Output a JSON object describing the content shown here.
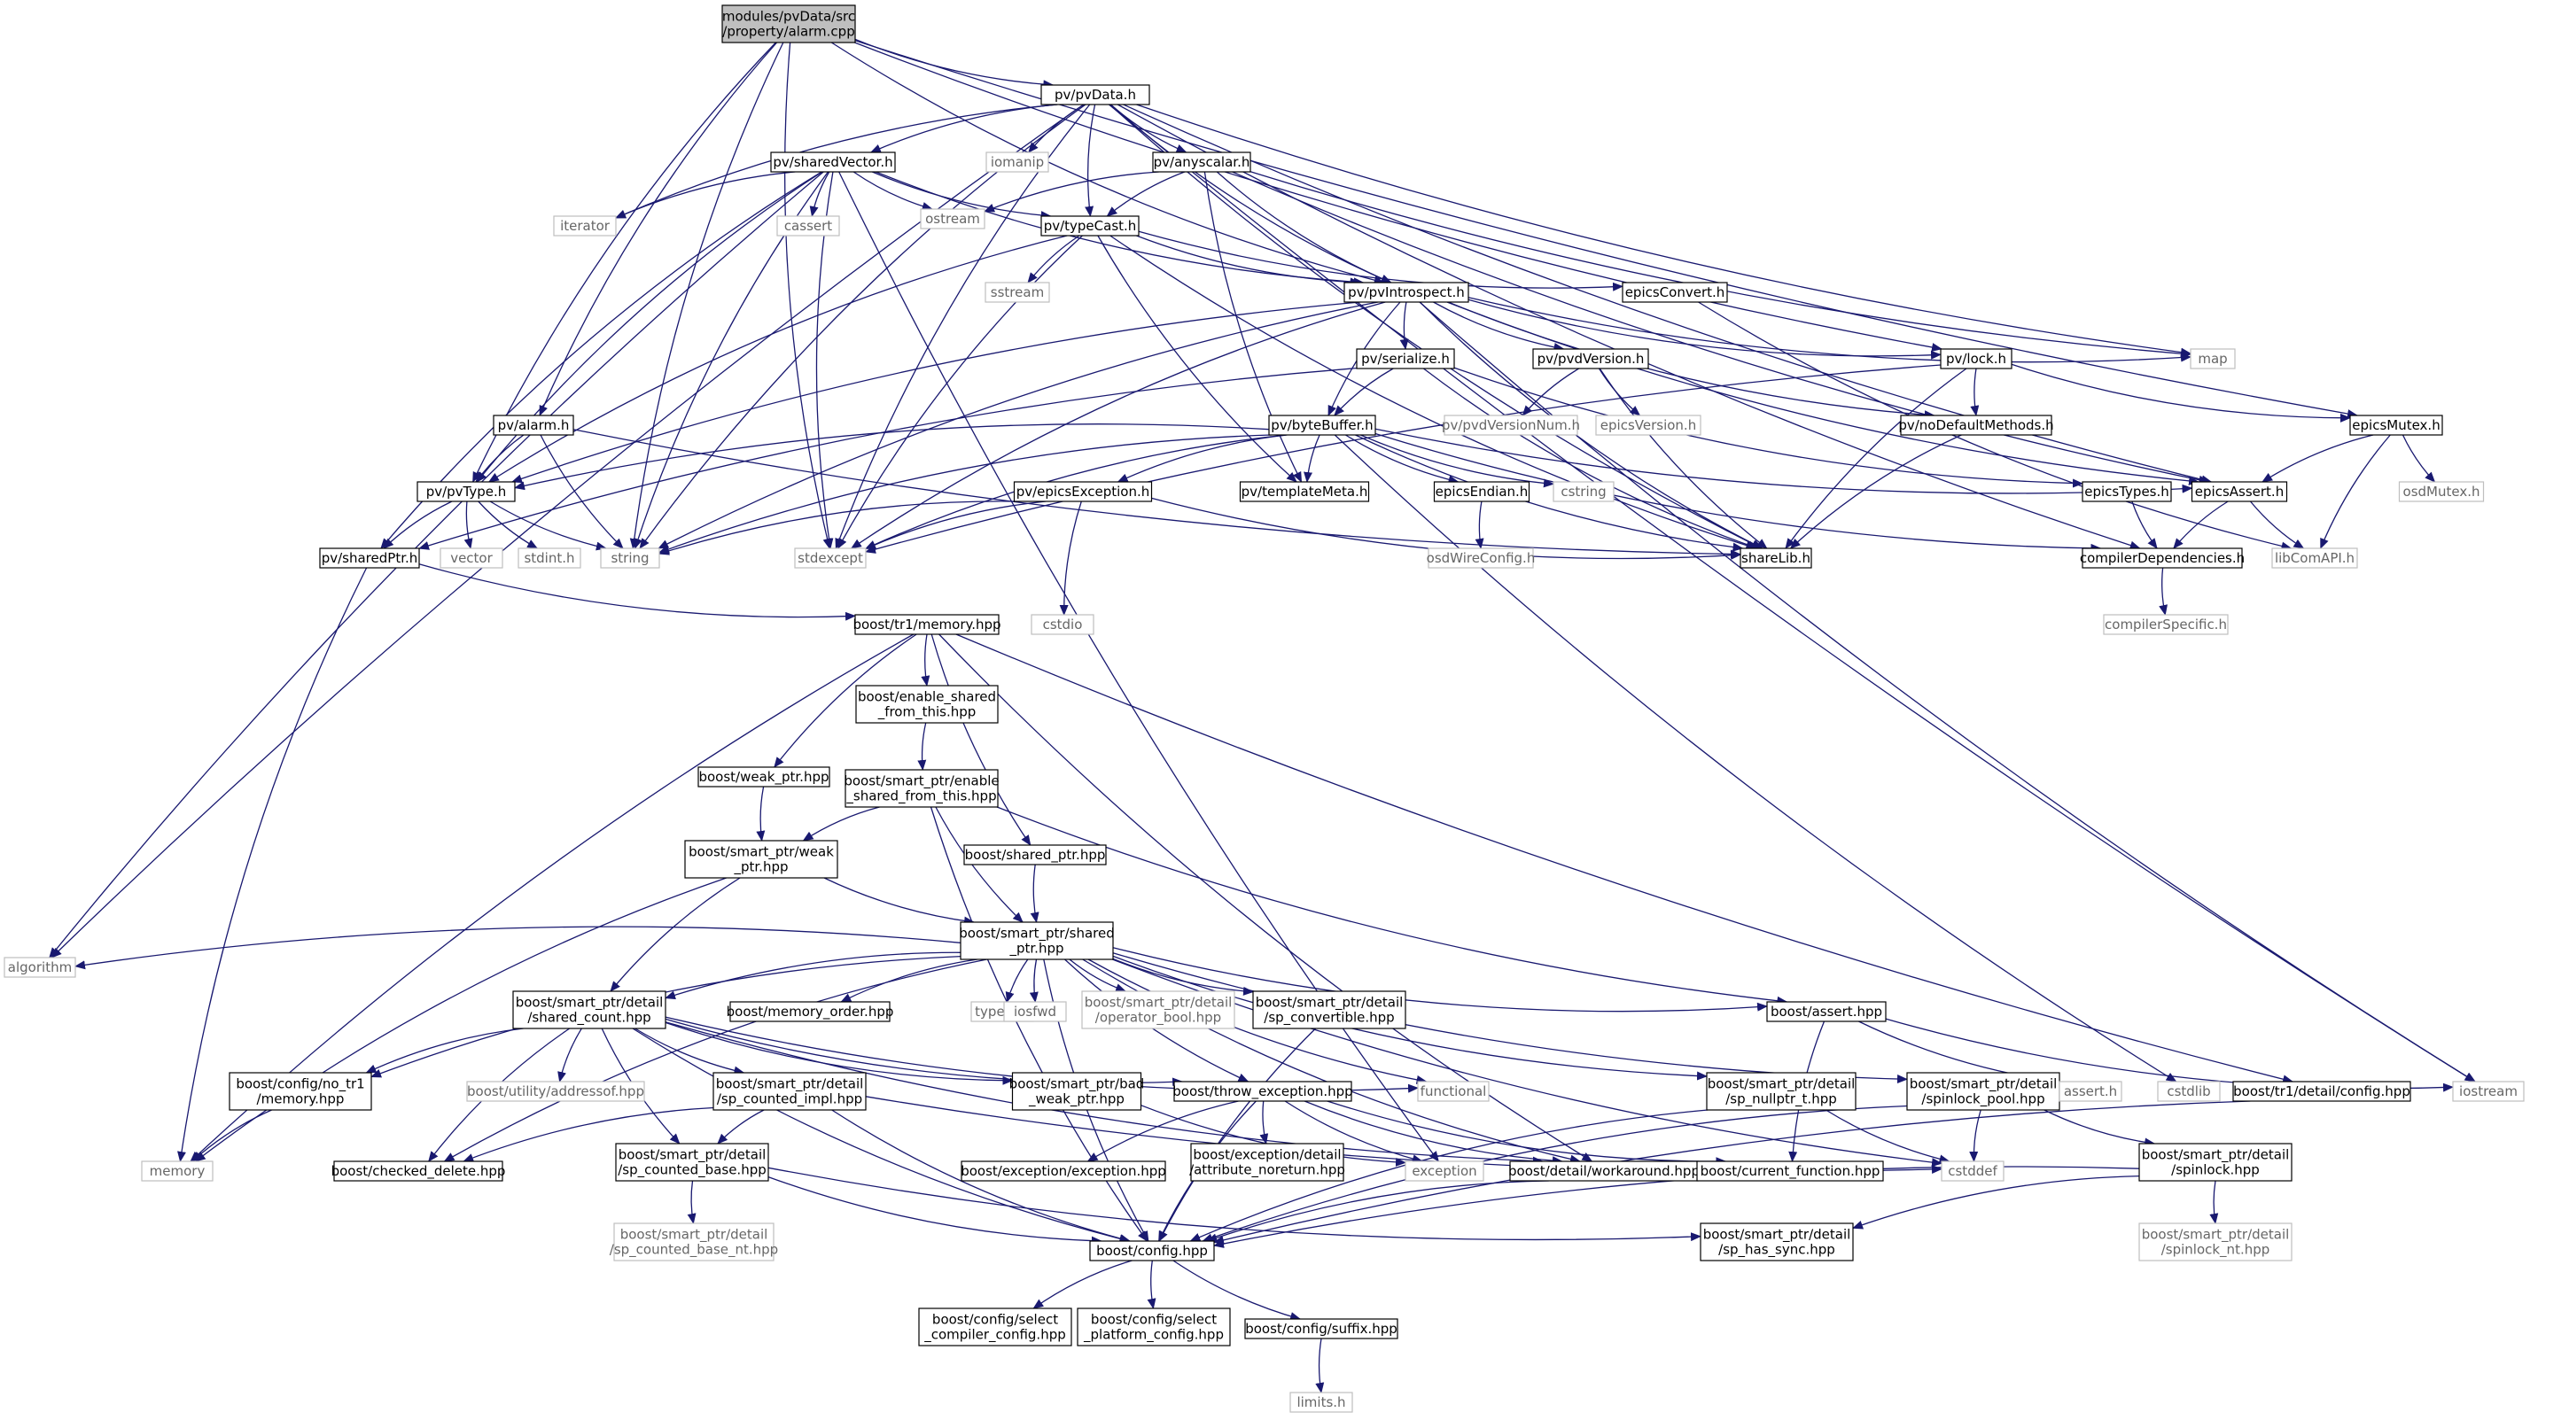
{
  "graph_title": "modules/pvData/src/property/alarm.cpp",
  "colors": {
    "edge": "#191970",
    "node_border": "#000000",
    "system_border": "#bfbfbf",
    "system_text": "#666666",
    "root_fill": "#bfbfbf"
  },
  "nodes": [
    {
      "id": "root",
      "lines": [
        "modules/pvData/src",
        "/property/alarm.cpp"
      ],
      "kind": "root"
    },
    {
      "id": "pvData",
      "lines": [
        "pv/pvData.h"
      ],
      "kind": "doc"
    },
    {
      "id": "sharedVector",
      "lines": [
        "pv/sharedVector.h"
      ],
      "kind": "doc"
    },
    {
      "id": "anyscalar",
      "lines": [
        "pv/anyscalar.h"
      ],
      "kind": "doc"
    },
    {
      "id": "iomanip",
      "lines": [
        "iomanip"
      ],
      "kind": "sys"
    },
    {
      "id": "iterator",
      "lines": [
        "iterator"
      ],
      "kind": "sys"
    },
    {
      "id": "cassert",
      "lines": [
        "cassert"
      ],
      "kind": "sys"
    },
    {
      "id": "ostream",
      "lines": [
        "ostream"
      ],
      "kind": "sys"
    },
    {
      "id": "typeCast",
      "lines": [
        "pv/typeCast.h"
      ],
      "kind": "doc"
    },
    {
      "id": "sstream",
      "lines": [
        "sstream"
      ],
      "kind": "sys"
    },
    {
      "id": "pvIntrospect",
      "lines": [
        "pv/pvIntrospect.h"
      ],
      "kind": "doc"
    },
    {
      "id": "epicsConvert",
      "lines": [
        "epicsConvert.h"
      ],
      "kind": "doc"
    },
    {
      "id": "map",
      "lines": [
        "map"
      ],
      "kind": "sys"
    },
    {
      "id": "serialize",
      "lines": [
        "pv/serialize.h"
      ],
      "kind": "doc"
    },
    {
      "id": "pvdVersion",
      "lines": [
        "pv/pvdVersion.h"
      ],
      "kind": "doc"
    },
    {
      "id": "lock",
      "lines": [
        "pv/lock.h"
      ],
      "kind": "doc"
    },
    {
      "id": "epicsMutex",
      "lines": [
        "epicsMutex.h"
      ],
      "kind": "doc"
    },
    {
      "id": "alarmh",
      "lines": [
        "pv/alarm.h"
      ],
      "kind": "doc"
    },
    {
      "id": "byteBuffer",
      "lines": [
        "pv/byteBuffer.h"
      ],
      "kind": "doc"
    },
    {
      "id": "pvdVersionNum",
      "lines": [
        "pv/pvdVersionNum.h"
      ],
      "kind": "sys"
    },
    {
      "id": "epicsVersion",
      "lines": [
        "epicsVersion.h"
      ],
      "kind": "sys"
    },
    {
      "id": "noDefault",
      "lines": [
        "pv/noDefaultMethods.h"
      ],
      "kind": "doc"
    },
    {
      "id": "osdMutex",
      "lines": [
        "osdMutex.h"
      ],
      "kind": "sys"
    },
    {
      "id": "pvType",
      "lines": [
        "pv/pvType.h"
      ],
      "kind": "doc"
    },
    {
      "id": "epicsException",
      "lines": [
        "pv/epicsException.h"
      ],
      "kind": "doc"
    },
    {
      "id": "templateMeta",
      "lines": [
        "pv/templateMeta.h"
      ],
      "kind": "doc"
    },
    {
      "id": "epicsEndian",
      "lines": [
        "epicsEndian.h"
      ],
      "kind": "doc"
    },
    {
      "id": "cstring",
      "lines": [
        "cstring"
      ],
      "kind": "sys"
    },
    {
      "id": "epicsTypes",
      "lines": [
        "epicsTypes.h"
      ],
      "kind": "doc"
    },
    {
      "id": "epicsAssert",
      "lines": [
        "epicsAssert.h"
      ],
      "kind": "doc"
    },
    {
      "id": "sharedPtr",
      "lines": [
        "pv/sharedPtr.h"
      ],
      "kind": "doc"
    },
    {
      "id": "vector",
      "lines": [
        "vector"
      ],
      "kind": "sys"
    },
    {
      "id": "stdint",
      "lines": [
        "stdint.h"
      ],
      "kind": "sys"
    },
    {
      "id": "string",
      "lines": [
        "string"
      ],
      "kind": "sys"
    },
    {
      "id": "stdexcept",
      "lines": [
        "stdexcept"
      ],
      "kind": "sys"
    },
    {
      "id": "cstdio",
      "lines": [
        "cstdio"
      ],
      "kind": "sys"
    },
    {
      "id": "shareLib",
      "lines": [
        "shareLib.h"
      ],
      "kind": "doc"
    },
    {
      "id": "osdWireConfig",
      "lines": [
        "osdWireConfig.h"
      ],
      "kind": "sys"
    },
    {
      "id": "compilerDeps",
      "lines": [
        "compilerDependencies.h"
      ],
      "kind": "doc"
    },
    {
      "id": "libComAPI",
      "lines": [
        "libComAPI.h"
      ],
      "kind": "sys"
    },
    {
      "id": "compilerSpecific",
      "lines": [
        "compilerSpecific.h"
      ],
      "kind": "sys"
    },
    {
      "id": "tr1memory",
      "lines": [
        "boost/tr1/memory.hpp"
      ],
      "kind": "doc"
    },
    {
      "id": "enableShared",
      "lines": [
        "boost/enable_shared",
        "_from_this.hpp"
      ],
      "kind": "doc"
    },
    {
      "id": "spEnableShared",
      "lines": [
        "boost/smart_ptr/enable",
        "_shared_from_this.hpp"
      ],
      "kind": "doc"
    },
    {
      "id": "weakPtr",
      "lines": [
        "boost/weak_ptr.hpp"
      ],
      "kind": "doc"
    },
    {
      "id": "spWeakPtr",
      "lines": [
        "boost/smart_ptr/weak",
        "_ptr.hpp"
      ],
      "kind": "doc"
    },
    {
      "id": "sharedPtrHpp",
      "lines": [
        "boost/shared_ptr.hpp"
      ],
      "kind": "doc"
    },
    {
      "id": "spSharedPtr",
      "lines": [
        "boost/smart_ptr/shared",
        "_ptr.hpp"
      ],
      "kind": "doc"
    },
    {
      "id": "algorithm",
      "lines": [
        "algorithm"
      ],
      "kind": "sys"
    },
    {
      "id": "sharedCount",
      "lines": [
        "boost/smart_ptr/detail",
        "/shared_count.hpp"
      ],
      "kind": "doc"
    },
    {
      "id": "memoryOrder",
      "lines": [
        "boost/memory_order.hpp"
      ],
      "kind": "doc"
    },
    {
      "id": "typeinfo",
      "lines": [
        "typeinfo"
      ],
      "kind": "sys"
    },
    {
      "id": "iosfwd",
      "lines": [
        "iosfwd"
      ],
      "kind": "sys"
    },
    {
      "id": "operatorBool",
      "lines": [
        "boost/smart_ptr/detail",
        "/operator_bool.hpp"
      ],
      "kind": "sys"
    },
    {
      "id": "spConvertible",
      "lines": [
        "boost/smart_ptr/detail",
        "/sp_convertible.hpp"
      ],
      "kind": "doc"
    },
    {
      "id": "boostAssert",
      "lines": [
        "boost/assert.hpp"
      ],
      "kind": "doc"
    },
    {
      "id": "noTr1Memory",
      "lines": [
        "boost/config/no_tr1",
        "/memory.hpp"
      ],
      "kind": "doc"
    },
    {
      "id": "addressof",
      "lines": [
        "boost/utility/addressof.hpp"
      ],
      "kind": "sys"
    },
    {
      "id": "spCountedImpl",
      "lines": [
        "boost/smart_ptr/detail",
        "/sp_counted_impl.hpp"
      ],
      "kind": "doc"
    },
    {
      "id": "badWeakPtr",
      "lines": [
        "boost/smart_ptr/bad",
        "_weak_ptr.hpp"
      ],
      "kind": "doc"
    },
    {
      "id": "throwException",
      "lines": [
        "boost/throw_exception.hpp"
      ],
      "kind": "doc"
    },
    {
      "id": "functional",
      "lines": [
        "functional"
      ],
      "kind": "sys"
    },
    {
      "id": "spNullptr",
      "lines": [
        "boost/smart_ptr/detail",
        "/sp_nullptr_t.hpp"
      ],
      "kind": "doc"
    },
    {
      "id": "spinlockPool",
      "lines": [
        "boost/smart_ptr/detail",
        "/spinlock_pool.hpp"
      ],
      "kind": "doc"
    },
    {
      "id": "asserth",
      "lines": [
        "assert.h"
      ],
      "kind": "sys"
    },
    {
      "id": "cstdlib",
      "lines": [
        "cstdlib"
      ],
      "kind": "sys"
    },
    {
      "id": "tr1Config",
      "lines": [
        "boost/tr1/detail/config.hpp"
      ],
      "kind": "doc"
    },
    {
      "id": "iostream",
      "lines": [
        "iostream"
      ],
      "kind": "sys"
    },
    {
      "id": "memory",
      "lines": [
        "memory"
      ],
      "kind": "sys"
    },
    {
      "id": "checkedDelete",
      "lines": [
        "boost/checked_delete.hpp"
      ],
      "kind": "doc"
    },
    {
      "id": "spCountedBase",
      "lines": [
        "boost/smart_ptr/detail",
        "/sp_counted_base.hpp"
      ],
      "kind": "doc"
    },
    {
      "id": "exceptionHpp",
      "lines": [
        "boost/exception/exception.hpp"
      ],
      "kind": "doc"
    },
    {
      "id": "attrNoreturn",
      "lines": [
        "boost/exception/detail",
        "/attribute_noreturn.hpp"
      ],
      "kind": "doc"
    },
    {
      "id": "exception",
      "lines": [
        "exception"
      ],
      "kind": "sys"
    },
    {
      "id": "workaround",
      "lines": [
        "boost/detail/workaround.hpp"
      ],
      "kind": "doc"
    },
    {
      "id": "currentFunction",
      "lines": [
        "boost/current_function.hpp"
      ],
      "kind": "doc"
    },
    {
      "id": "cstddef",
      "lines": [
        "cstddef"
      ],
      "kind": "sys"
    },
    {
      "id": "spinlock",
      "lines": [
        "boost/smart_ptr/detail",
        "/spinlock.hpp"
      ],
      "kind": "doc"
    },
    {
      "id": "spCountedBaseNt",
      "lines": [
        "boost/smart_ptr/detail",
        "/sp_counted_base_nt.hpp"
      ],
      "kind": "sys"
    },
    {
      "id": "boostConfig",
      "lines": [
        "boost/config.hpp"
      ],
      "kind": "doc"
    },
    {
      "id": "spHasSync",
      "lines": [
        "boost/smart_ptr/detail",
        "/sp_has_sync.hpp"
      ],
      "kind": "doc"
    },
    {
      "id": "spinlockNt",
      "lines": [
        "boost/smart_ptr/detail",
        "/spinlock_nt.hpp"
      ],
      "kind": "sys"
    },
    {
      "id": "selectCompiler",
      "lines": [
        "boost/config/select",
        "_compiler_config.hpp"
      ],
      "kind": "doc"
    },
    {
      "id": "selectPlatform",
      "lines": [
        "boost/config/select",
        "_platform_config.hpp"
      ],
      "kind": "doc"
    },
    {
      "id": "suffix",
      "lines": [
        "boost/config/suffix.hpp"
      ],
      "kind": "doc"
    },
    {
      "id": "limits",
      "lines": [
        "limits.h"
      ],
      "kind": "sys"
    }
  ],
  "edges": [
    [
      "root",
      "pvData"
    ],
    [
      "root",
      "pvIntrospect"
    ],
    [
      "root",
      "lock"
    ],
    [
      "root",
      "epicsMutex"
    ],
    [
      "root",
      "alarmh"
    ],
    [
      "root",
      "pvType"
    ],
    [
      "root",
      "string"
    ],
    [
      "root",
      "stdexcept"
    ],
    [
      "pvData",
      "sharedVector"
    ],
    [
      "pvData",
      "anyscalar"
    ],
    [
      "pvData",
      "iomanip"
    ],
    [
      "pvData",
      "iterator"
    ],
    [
      "pvData",
      "typeCast"
    ],
    [
      "pvData",
      "pvIntrospect"
    ],
    [
      "pvData",
      "map"
    ],
    [
      "pvData",
      "algorithm"
    ],
    [
      "pvData",
      "stdexcept"
    ],
    [
      "pvData",
      "string"
    ],
    [
      "pvData",
      "shareLib"
    ],
    [
      "pvData",
      "epicsAssert"
    ],
    [
      "pvData",
      "compilerDeps"
    ],
    [
      "pvData",
      "iostream"
    ],
    [
      "sharedVector",
      "iterator"
    ],
    [
      "sharedVector",
      "cassert"
    ],
    [
      "sharedVector",
      "ostream"
    ],
    [
      "sharedVector",
      "typeCast"
    ],
    [
      "sharedVector",
      "pvIntrospect"
    ],
    [
      "sharedVector",
      "pvType"
    ],
    [
      "sharedVector",
      "sharedPtr"
    ],
    [
      "sharedVector",
      "stdexcept"
    ],
    [
      "sharedVector",
      "algorithm"
    ],
    [
      "sharedVector",
      "string"
    ],
    [
      "sharedVector",
      "exception"
    ],
    [
      "anyscalar",
      "ostream"
    ],
    [
      "anyscalar",
      "typeCast"
    ],
    [
      "anyscalar",
      "pvIntrospect"
    ],
    [
      "anyscalar",
      "templateMeta"
    ],
    [
      "anyscalar",
      "map"
    ],
    [
      "anyscalar",
      "epicsAssert"
    ],
    [
      "typeCast",
      "sstream"
    ],
    [
      "typeCast",
      "pvIntrospect"
    ],
    [
      "typeCast",
      "epicsConvert"
    ],
    [
      "typeCast",
      "templateMeta"
    ],
    [
      "typeCast",
      "pvType"
    ],
    [
      "typeCast",
      "stdexcept"
    ],
    [
      "typeCast",
      "shareLib"
    ],
    [
      "epicsConvert",
      "libComAPI"
    ],
    [
      "pvIntrospect",
      "map"
    ],
    [
      "pvIntrospect",
      "serialize"
    ],
    [
      "pvIntrospect",
      "pvdVersion"
    ],
    [
      "pvIntrospect",
      "lock"
    ],
    [
      "pvIntrospect",
      "byteBuffer"
    ],
    [
      "pvIntrospect",
      "noDefault"
    ],
    [
      "pvIntrospect",
      "pvType"
    ],
    [
      "pvIntrospect",
      "string"
    ],
    [
      "pvIntrospect",
      "stdexcept"
    ],
    [
      "pvIntrospect",
      "shareLib"
    ],
    [
      "pvIntrospect",
      "epicsAssert"
    ],
    [
      "pvIntrospect",
      "iostream"
    ],
    [
      "serialize",
      "byteBuffer"
    ],
    [
      "serialize",
      "sharedPtr"
    ],
    [
      "serialize",
      "epicsTypes"
    ],
    [
      "serialize",
      "shareLib"
    ],
    [
      "pvdVersion",
      "pvdVersionNum"
    ],
    [
      "pvdVersion",
      "epicsVersion"
    ],
    [
      "pvdVersion",
      "shareLib"
    ],
    [
      "lock",
      "noDefault"
    ],
    [
      "lock",
      "epicsMutex"
    ],
    [
      "lock",
      "stdexcept"
    ],
    [
      "lock",
      "shareLib"
    ],
    [
      "epicsMutex",
      "osdMutex"
    ],
    [
      "epicsMutex",
      "epicsAssert"
    ],
    [
      "epicsMutex",
      "libComAPI"
    ],
    [
      "noDefault",
      "shareLib"
    ],
    [
      "alarmh",
      "pvType"
    ],
    [
      "alarmh",
      "string"
    ],
    [
      "alarmh",
      "shareLib"
    ],
    [
      "byteBuffer",
      "pvType"
    ],
    [
      "byteBuffer",
      "epicsException"
    ],
    [
      "byteBuffer",
      "templateMeta"
    ],
    [
      "byteBuffer",
      "epicsEndian"
    ],
    [
      "byteBuffer",
      "cstring"
    ],
    [
      "byteBuffer",
      "epicsAssert"
    ],
    [
      "byteBuffer",
      "shareLib"
    ],
    [
      "byteBuffer",
      "compilerDeps"
    ],
    [
      "byteBuffer",
      "string"
    ],
    [
      "byteBuffer",
      "stdexcept"
    ],
    [
      "byteBuffer",
      "cstdlib"
    ],
    [
      "pvType",
      "sharedPtr"
    ],
    [
      "pvType",
      "vector"
    ],
    [
      "pvType",
      "stdint"
    ],
    [
      "pvType",
      "string"
    ],
    [
      "epicsException",
      "string"
    ],
    [
      "epicsException",
      "stdexcept"
    ],
    [
      "epicsException",
      "cstdio"
    ],
    [
      "epicsException",
      "shareLib"
    ],
    [
      "epicsEndian",
      "osdWireConfig"
    ],
    [
      "epicsTypes",
      "compilerDeps"
    ],
    [
      "epicsAssert",
      "compilerDeps"
    ],
    [
      "epicsAssert",
      "libComAPI"
    ],
    [
      "compilerDeps",
      "compilerSpecific"
    ],
    [
      "sharedPtr",
      "tr1memory"
    ],
    [
      "sharedPtr",
      "memory"
    ],
    [
      "tr1memory",
      "enableShared"
    ],
    [
      "tr1memory",
      "weakPtr"
    ],
    [
      "tr1memory",
      "sharedPtrHpp"
    ],
    [
      "tr1memory",
      "memory"
    ],
    [
      "tr1memory",
      "workaround"
    ],
    [
      "tr1memory",
      "tr1Config"
    ],
    [
      "enableShared",
      "spEnableShared"
    ],
    [
      "spEnableShared",
      "spWeakPtr"
    ],
    [
      "spEnableShared",
      "spSharedPtr"
    ],
    [
      "spEnableShared",
      "boostAssert"
    ],
    [
      "spEnableShared",
      "boostConfig"
    ],
    [
      "weakPtr",
      "spWeakPtr"
    ],
    [
      "spWeakPtr",
      "spSharedPtr"
    ],
    [
      "spWeakPtr",
      "sharedCount"
    ],
    [
      "spWeakPtr",
      "memory"
    ],
    [
      "sharedPtrHpp",
      "spSharedPtr"
    ],
    [
      "spSharedPtr",
      "algorithm"
    ],
    [
      "spSharedPtr",
      "sharedCount"
    ],
    [
      "spSharedPtr",
      "memoryOrder"
    ],
    [
      "spSharedPtr",
      "typeinfo"
    ],
    [
      "spSharedPtr",
      "iosfwd"
    ],
    [
      "spSharedPtr",
      "operatorBool"
    ],
    [
      "spSharedPtr",
      "spConvertible"
    ],
    [
      "spSharedPtr",
      "boostAssert"
    ],
    [
      "spSharedPtr",
      "noTr1Memory"
    ],
    [
      "spSharedPtr",
      "checkedDelete"
    ],
    [
      "spSharedPtr",
      "throwException"
    ],
    [
      "spSharedPtr",
      "functional"
    ],
    [
      "spSharedPtr",
      "spNullptr"
    ],
    [
      "spSharedPtr",
      "spinlockPool"
    ],
    [
      "spSharedPtr",
      "workaround"
    ],
    [
      "spSharedPtr",
      "boostConfig"
    ],
    [
      "spSharedPtr",
      "cstddef"
    ],
    [
      "sharedCount",
      "noTr1Memory"
    ],
    [
      "sharedCount",
      "addressof"
    ],
    [
      "sharedCount",
      "spCountedImpl"
    ],
    [
      "sharedCount",
      "badWeakPtr"
    ],
    [
      "sharedCount",
      "throwException"
    ],
    [
      "sharedCount",
      "functional"
    ],
    [
      "sharedCount",
      "checkedDelete"
    ],
    [
      "sharedCount",
      "spCountedBase"
    ],
    [
      "sharedCount",
      "workaround"
    ],
    [
      "sharedCount",
      "boostConfig"
    ],
    [
      "spConvertible",
      "boostConfig"
    ],
    [
      "boostAssert",
      "asserth"
    ],
    [
      "boostAssert",
      "currentFunction"
    ],
    [
      "boostAssert",
      "iostream"
    ],
    [
      "noTr1Memory",
      "memory"
    ],
    [
      "spCountedImpl",
      "checkedDelete"
    ],
    [
      "spCountedImpl",
      "spCountedBase"
    ],
    [
      "spCountedImpl",
      "boostConfig"
    ],
    [
      "spCountedImpl",
      "cstddef"
    ],
    [
      "badWeakPtr",
      "exception"
    ],
    [
      "throwException",
      "exceptionHpp"
    ],
    [
      "throwException",
      "attrNoreturn"
    ],
    [
      "throwException",
      "exception"
    ],
    [
      "throwException",
      "currentFunction"
    ],
    [
      "throwException",
      "workaround"
    ],
    [
      "throwException",
      "boostConfig"
    ],
    [
      "spNullptr",
      "cstddef"
    ],
    [
      "spNullptr",
      "boostConfig"
    ],
    [
      "spinlockPool",
      "cstddef"
    ],
    [
      "spinlockPool",
      "spinlock"
    ],
    [
      "spinlockPool",
      "boostConfig"
    ],
    [
      "tr1Config",
      "boostConfig"
    ],
    [
      "spCountedBase",
      "spCountedBaseNt"
    ],
    [
      "spCountedBase",
      "spHasSync"
    ],
    [
      "spCountedBase",
      "boostConfig"
    ],
    [
      "workaround",
      "boostConfig"
    ],
    [
      "spinlock",
      "spinlockNt"
    ],
    [
      "spinlock",
      "spHasSync"
    ],
    [
      "spinlock",
      "boostConfig"
    ],
    [
      "boostConfig",
      "selectCompiler"
    ],
    [
      "boostConfig",
      "selectPlatform"
    ],
    [
      "boostConfig",
      "suffix"
    ],
    [
      "suffix",
      "limits"
    ]
  ]
}
